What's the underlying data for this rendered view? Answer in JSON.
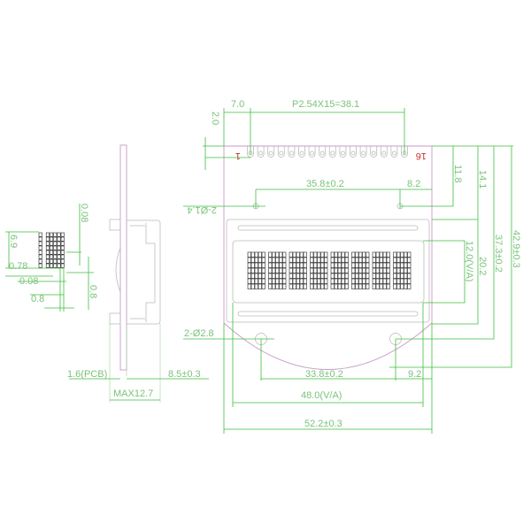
{
  "title": "16-pin 8x1 character LCD module dimension drawing",
  "front_view": {
    "pin_first": "1",
    "pin_last": "16",
    "dims": {
      "pin_offset": "7.0",
      "pin_pitch": "P2.54X15=38.1",
      "pin_top": "2.0",
      "small_hole_spacing": "35.8±0.2",
      "small_hole_edge": "8.2",
      "small_hole_dia": "2-Ø1.4",
      "small_hole_height": "11.8",
      "bezel_top": "14.1",
      "viewing_height": "12.0(V/A)",
      "bezel_height": "20.2",
      "large_hole_height": "37.3±0.2",
      "total_height": "42.9±0.3",
      "large_hole_dia": "2-Ø2.8",
      "large_hole_spacing": "33.8±0.2",
      "large_hole_edge": "9.2",
      "viewing_width": "48.0(V/A)",
      "total_width": "52.2±0.3"
    },
    "characters": 8
  },
  "side_view": {
    "pcb": "1.6(PCB)",
    "depth": "8.5±0.3",
    "max": "MAX12.7"
  },
  "char_detail": {
    "char_height": "6.9",
    "dot_gap_v": "0.78",
    "dot_gap": "0.08",
    "dot_width": "0.8",
    "dot_gap_v2": "0.08",
    "dot_height": "0.8"
  }
}
